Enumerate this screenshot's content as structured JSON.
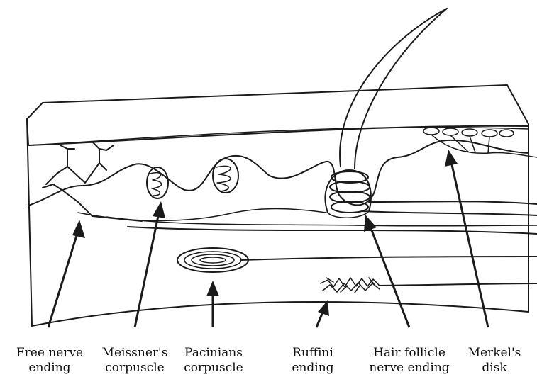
{
  "labels": [
    {
      "line1": "Free nerve",
      "line2": "ending"
    },
    {
      "line1": "Meissner's",
      "line2": "corpuscle"
    },
    {
      "line1": "Pacinians",
      "line2": "corpuscle"
    },
    {
      "line1": "Ruffini",
      "line2": "ending"
    },
    {
      "line1": "Hair follicle",
      "line2": "nerve ending"
    },
    {
      "line1": "Merkel's",
      "line2": "disk"
    }
  ]
}
